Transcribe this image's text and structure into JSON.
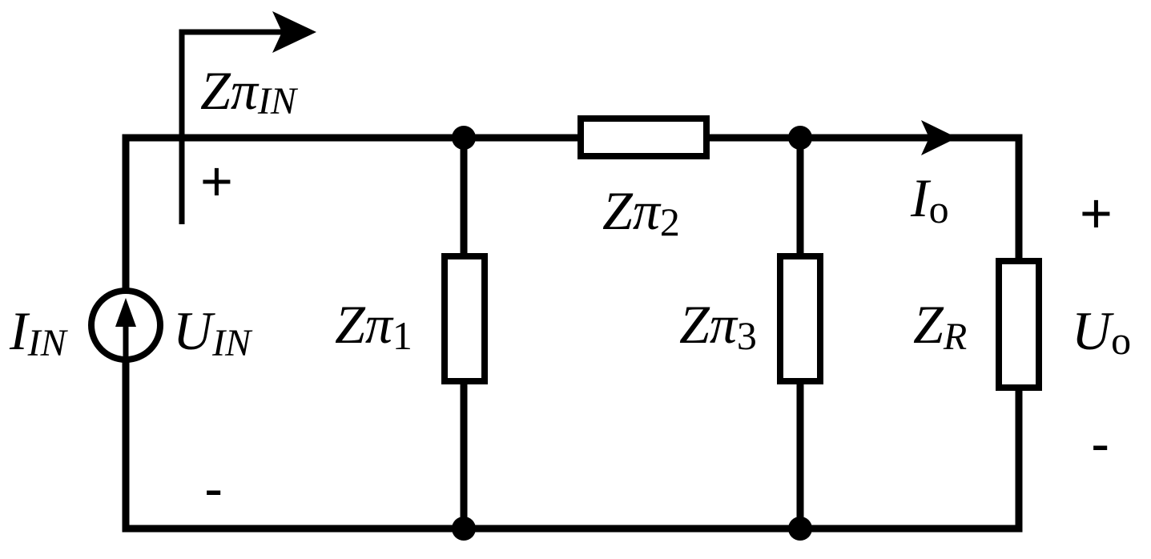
{
  "circuit": {
    "input_impedance": {
      "main": "Z",
      "pi": "π",
      "sub": "IN"
    },
    "source_current": {
      "main": "I",
      "sub": "IN"
    },
    "source_voltage": {
      "main": "U",
      "sub": "IN"
    },
    "z_pi_1": {
      "main": "Z",
      "pi": "π",
      "sub": "1"
    },
    "z_pi_2": {
      "main": "Z",
      "pi": "π",
      "sub": "2"
    },
    "z_pi_3": {
      "main": "Z",
      "pi": "π",
      "sub": "3"
    },
    "load": {
      "main": "Z",
      "sub": "R"
    },
    "output_current": {
      "main": "I",
      "sub": "o"
    },
    "output_voltage": {
      "main": "U",
      "sub": "o"
    },
    "input_plus": "+",
    "input_minus": "-",
    "output_plus": "+",
    "output_minus": "-"
  }
}
